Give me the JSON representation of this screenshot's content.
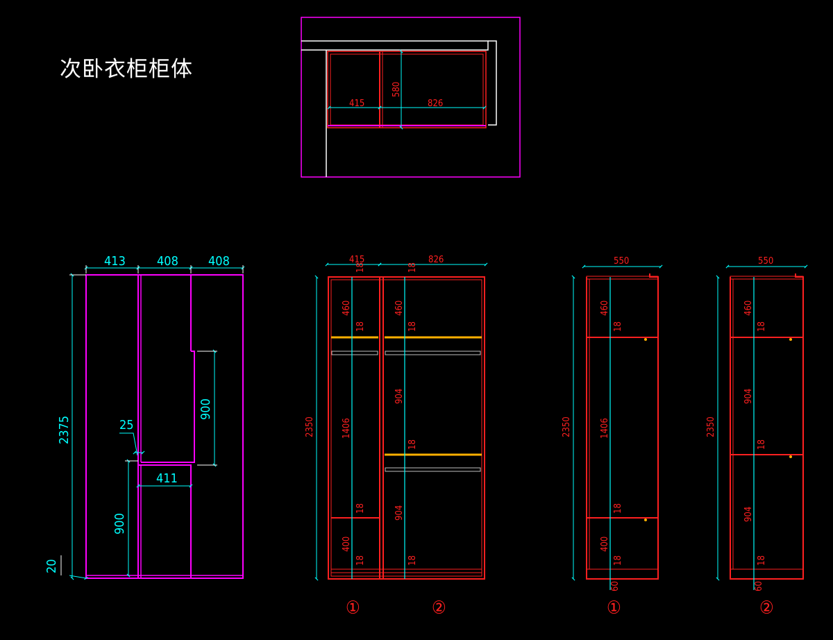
{
  "title": "次卧衣柜柜体",
  "colors": {
    "background": "#000000",
    "outline": "#ff00ff",
    "cabinet": "#ff2020",
    "dimension": "#00ffff",
    "wall": "#ffffff",
    "rod": "#c0c0c0",
    "shelf_glow": "#ffb000"
  },
  "plan": {
    "w1": "415",
    "w2": "826",
    "depth": "580"
  },
  "elevation": {
    "widths": [
      "413",
      "408",
      "408"
    ],
    "height": "2375",
    "upper_gap": "900",
    "notch": "25",
    "middle_width": "411",
    "lower": "900",
    "base": "20"
  },
  "front_view": {
    "w1": "415",
    "w2": "826",
    "height": "2350",
    "left_col": [
      "460",
      "1406",
      "400"
    ],
    "right_col": [
      "460",
      "904",
      "904"
    ],
    "board": "18",
    "labels": [
      "①",
      "②"
    ]
  },
  "side_views": [
    {
      "width": "550",
      "height": "2350",
      "segments": [
        "460",
        "1406",
        "400"
      ],
      "base": "60",
      "board": "18",
      "label": "①"
    },
    {
      "width": "550",
      "height": "2350",
      "segments": [
        "460",
        "904",
        "904"
      ],
      "base": "60",
      "board": "18",
      "label": "②"
    }
  ]
}
